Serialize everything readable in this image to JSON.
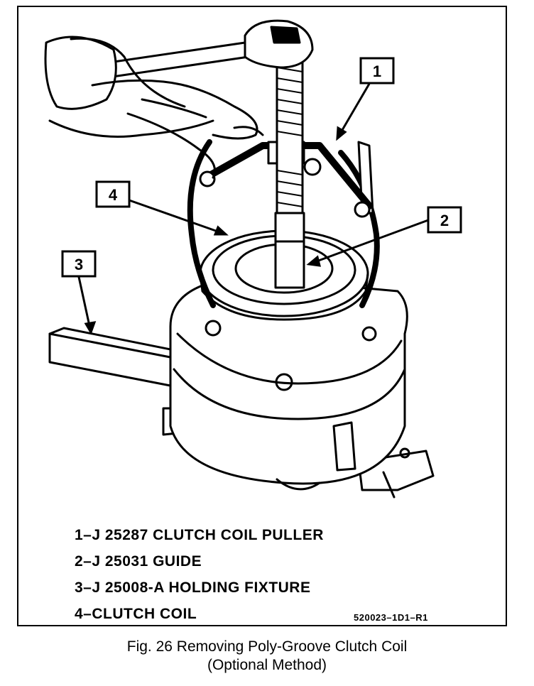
{
  "callouts": [
    "1",
    "2",
    "3",
    "4"
  ],
  "legend": [
    "1–J 25287 CLUTCH COIL PULLER",
    "2–J 25031 GUIDE",
    "3–J 25008-A HOLDING FIXTURE",
    "4–CLUTCH COIL"
  ],
  "ref_code": "520023–1D1–R1",
  "caption": {
    "line1": "Fig. 26  Removing Poly-Groove Clutch Coil",
    "line2": "(Optional Method)"
  }
}
